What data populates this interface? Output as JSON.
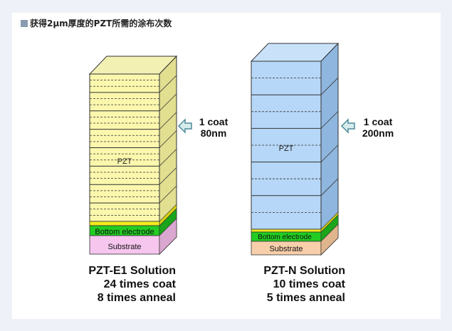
{
  "title": "获得2μm厚度的PZT所需的涂布次数",
  "colors": {
    "e1_film": "#fbf7ad",
    "e1_side": "#e2df91",
    "e1_top": "#f3f0b4",
    "n_film": "#b6d7f7",
    "n_side": "#8fb6de",
    "n_top": "#c9e2fa",
    "yellow_layer": "#f4ea1e",
    "electrode": "#22cc22",
    "e1_substrate": "#f6c6ef",
    "n_substrate": "#f7cfaa"
  },
  "stacks": [
    {
      "id": "e1",
      "film_label": "PZT",
      "electrode_label": "Bottom electrode",
      "substrate_label": "Substrate",
      "coat_line1": "1 coat",
      "coat_line2": "80nm",
      "caption": [
        "PZT-E1 Solution",
        "24 times coat",
        "8 times anneal"
      ]
    },
    {
      "id": "n",
      "film_label": "PZT",
      "electrode_label": "Bottom electrode",
      "substrate_label": "Substrate",
      "coat_line1": "1 coat",
      "coat_line2": "200nm",
      "caption": [
        "PZT-N Solution",
        "10 times coat",
        "5 times anneal"
      ]
    }
  ]
}
